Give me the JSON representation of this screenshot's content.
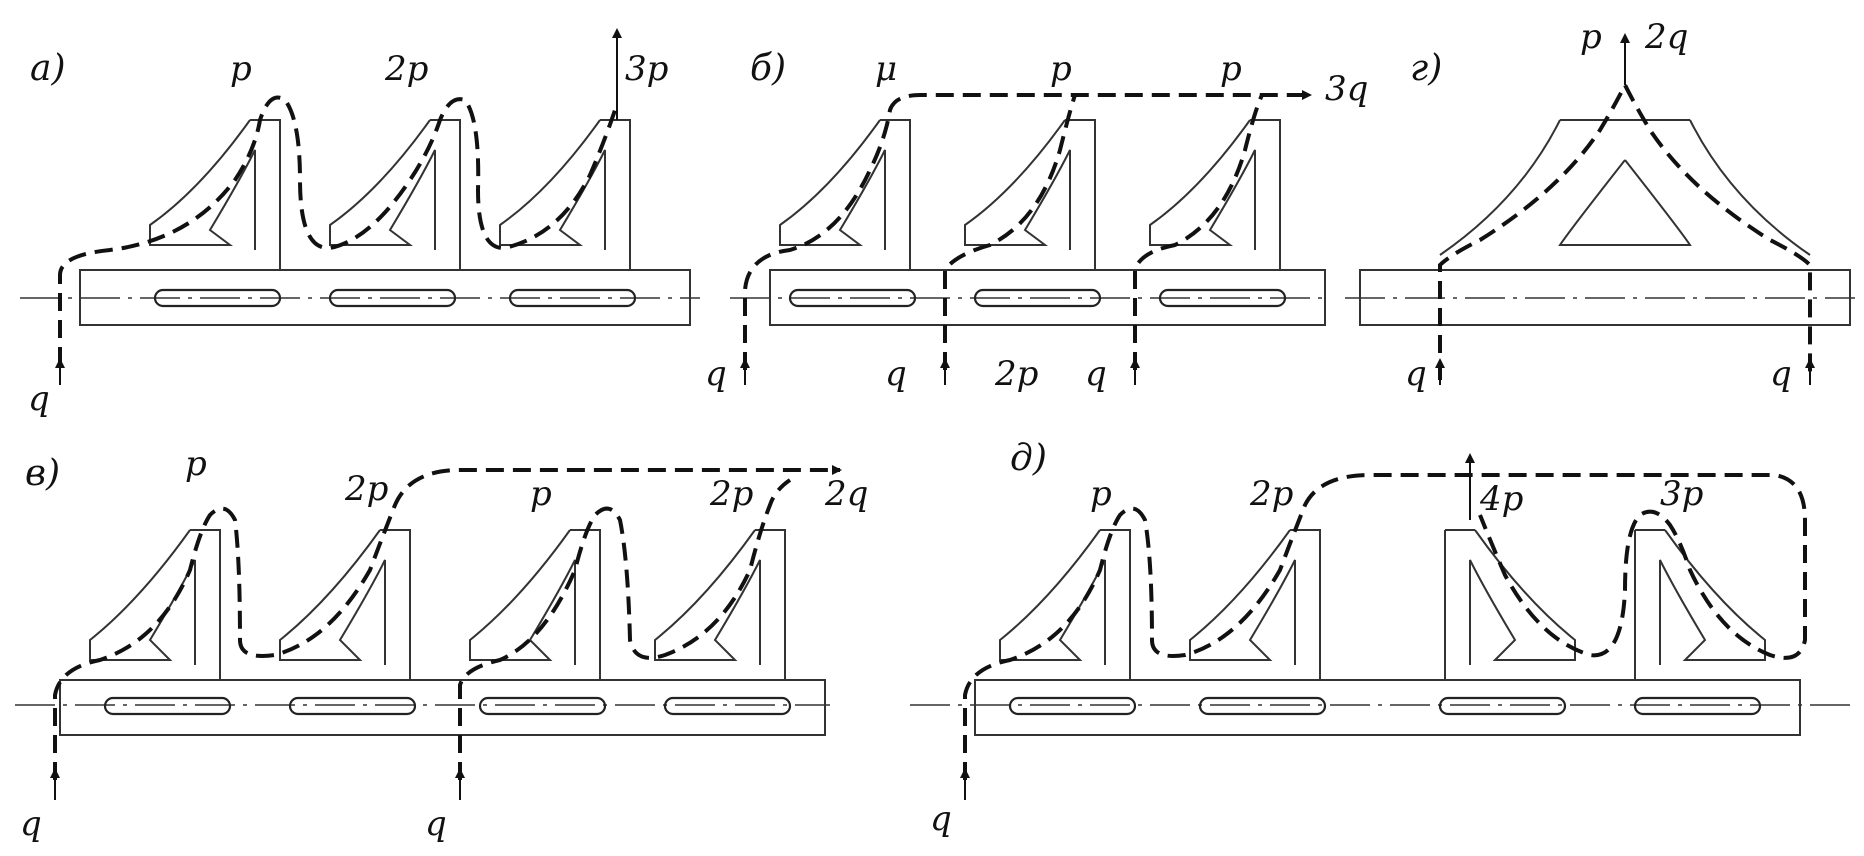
{
  "figure": {
    "panels": [
      {
        "id": "a",
        "label": "a)",
        "stages": [
          "p",
          "2p"
        ],
        "outlet": "3p",
        "inlets": [
          "q"
        ]
      },
      {
        "id": "b",
        "label": "б)",
        "stages": [
          "μ",
          "p",
          "p"
        ],
        "outlet": "3q",
        "inlets": [
          "q",
          "q",
          "q"
        ],
        "mid_label": "2p"
      },
      {
        "id": "g",
        "label": "г)",
        "stages": [
          "p"
        ],
        "outlet": "2q",
        "inlets": [
          "q",
          "q"
        ]
      },
      {
        "id": "v",
        "label": "в)",
        "stages": [
          "p",
          "2p",
          "p",
          "2p"
        ],
        "outlet": "2q",
        "inlets": [
          "q",
          "q"
        ]
      },
      {
        "id": "d",
        "label": "д)",
        "stages": [
          "p",
          "2p",
          "4p",
          "3p"
        ],
        "inlets": [
          "q"
        ]
      }
    ]
  }
}
